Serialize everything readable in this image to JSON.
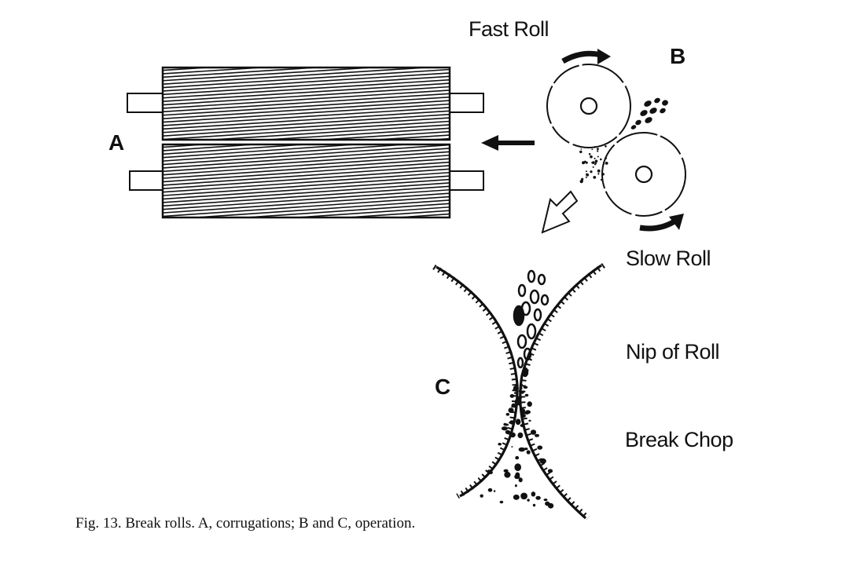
{
  "figure": {
    "labels": {
      "a": "A",
      "b": "B",
      "c": "C",
      "fast_roll": "Fast Roll",
      "slow_roll": "Slow Roll",
      "nip_of_roll": "Nip of Roll",
      "break_chop": "Break Chop"
    },
    "caption": "Fig. 13. Break rolls. A, corrugations; B and C, operation."
  }
}
